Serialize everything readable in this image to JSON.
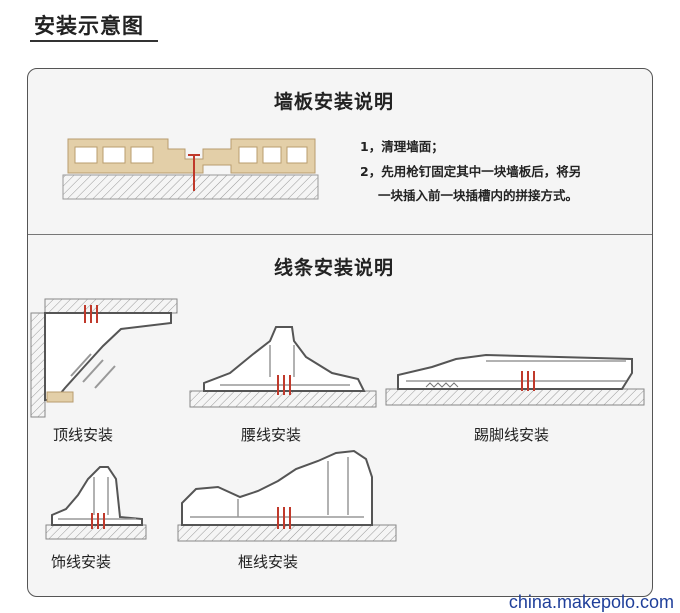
{
  "page": {
    "title": "安装示意图"
  },
  "wall_panel": {
    "title": "墙板安装说明",
    "steps": [
      "1，清理墙面；",
      "2，先用枪钉固定其中一块墙板后，将另",
      "一块插入前一块插槽内的拼接方式。"
    ]
  },
  "molding": {
    "title": "线条安装说明",
    "labels": [
      "顶线安装",
      "腰线安装",
      "踢脚线安装",
      "饰线安装",
      "框线安装"
    ]
  },
  "watermark": "china.makepolo.com",
  "colors": {
    "panel_fill": "#e3cfa8",
    "nail": "#c0392b",
    "ground": "#d0d0d0",
    "profile_stroke": "#555555"
  }
}
